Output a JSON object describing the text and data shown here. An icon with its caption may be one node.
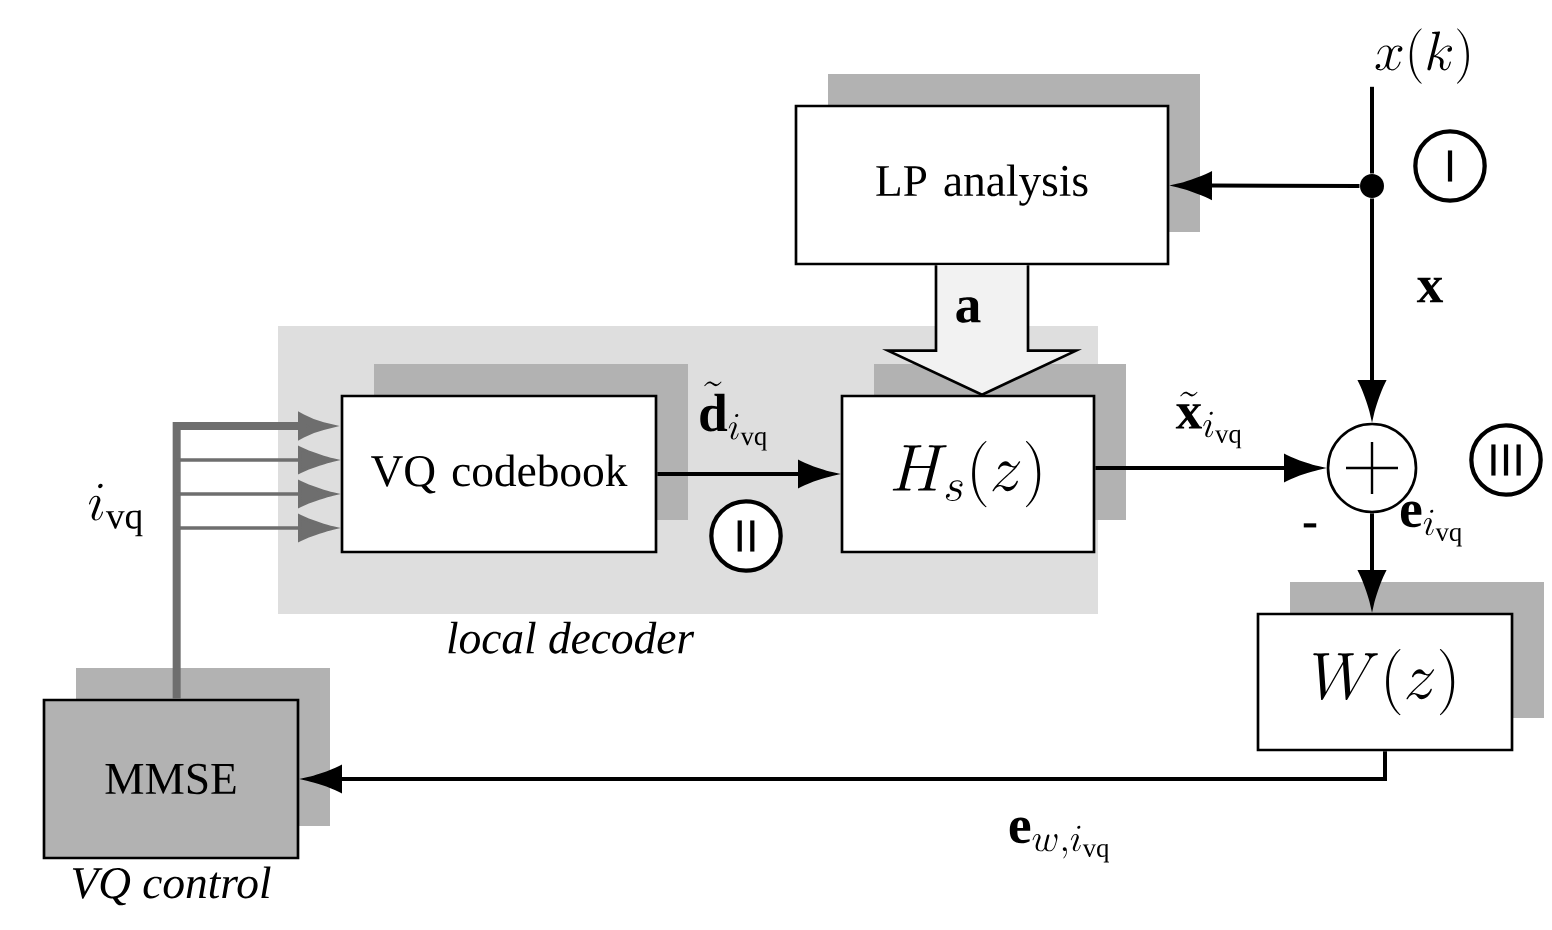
{
  "diagram": {
    "nodes": [
      {
        "text": [
          "x(k)"
        ]
      },
      {
        "text": [
          "LP analysis"
        ]
      },
      {
        "text": [],
        "shape": "circle"
      },
      {
        "text": [
          "local decoder"
        ]
      },
      {
        "text": [
          "VQ codebook"
        ],
        "in": 3
      },
      {
        "text": [
          "H_s(z)"
        ],
        "in": 3
      },
      {
        "text": [],
        "shape": "circle"
      },
      {
        "text": [
          "W(z)"
        ]
      },
      {
        "text": [
          "MMSE"
        ],
        "beside": [
          "VQ control"
        ]
      },
      {
        "text": [
          "I"
        ]
      },
      {
        "text": [
          "II"
        ],
        "in": 3
      },
      {
        "text": [
          "III"
        ]
      }
    ],
    "edges": [
      {
        "from": 0,
        "to": 2,
        "arrow": "none"
      },
      {
        "from": 2,
        "to": 1,
        "arrow": "to"
      },
      {
        "from": 2,
        "to": 6,
        "arrow": "to",
        "label": "\\mathbf{x}"
      },
      {
        "from": 1,
        "to": 5,
        "arrow": "to",
        "label": "\\mathbf{a}",
        "style": "thick"
      },
      {
        "from": 4,
        "to": 5,
        "arrow": "to",
        "label": "\\tilde{\\mathbf{d}}_{i_\\mathrm{vq}}"
      },
      {
        "from": 5,
        "to": 6,
        "arrow": "to",
        "label": "\\tilde{\\mathbf{x}}_{i_\\mathrm{vq}}"
      },
      {
        "from": 6,
        "to": 7,
        "arrow": "to",
        "label": "\\mathbf{e}_{i_\\mathrm{vq}}"
      },
      {
        "from": 7,
        "to": 8,
        "arrow": "to",
        "label": "\\mathbf{e}_{w,i_\\mathrm{vq}}"
      },
      {
        "from": 8,
        "to": 4,
        "arrow": "to",
        "label": "i_\\mathrm{vq}",
        "color": "#6e6e6e",
        "style": "thick"
      }
    ],
    "labels": [
      "-"
    ]
  }
}
